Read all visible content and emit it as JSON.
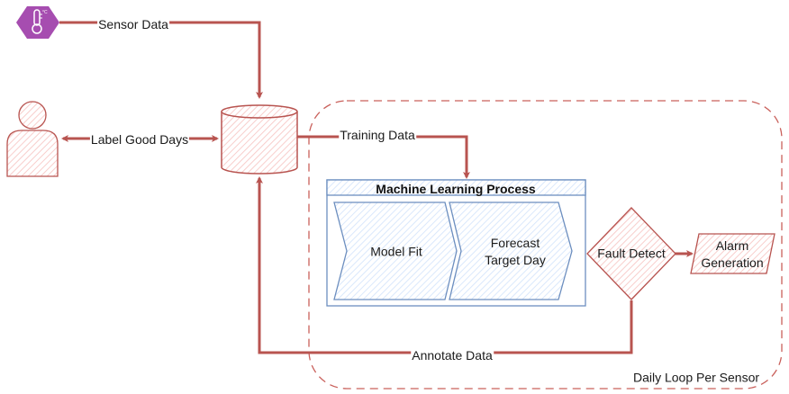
{
  "colors": {
    "red_stroke": "#b85450",
    "red_fill": "#f8cecc",
    "blue_stroke": "#6c8ebf",
    "blue_fill": "#dae8fc",
    "sensor": "#a64db0"
  },
  "nodes": {
    "sensor": {
      "icon": "thermometer-icon"
    },
    "user": {
      "icon": "person-icon"
    },
    "database": {
      "icon": "database-icon"
    },
    "ml_process": {
      "title": "Machine Learning Process",
      "steps": [
        "Model Fit",
        "Forecast\nTarget Day"
      ]
    },
    "fault_detect": "Fault Detect",
    "alarm": "Alarm Generation",
    "loop": "Daily Loop Per Sensor"
  },
  "edges": {
    "sensor_data": "Sensor Data",
    "label_good_days": "Label Good Days",
    "training_data": "Training Data",
    "annotate_data": "Annotate Data"
  }
}
